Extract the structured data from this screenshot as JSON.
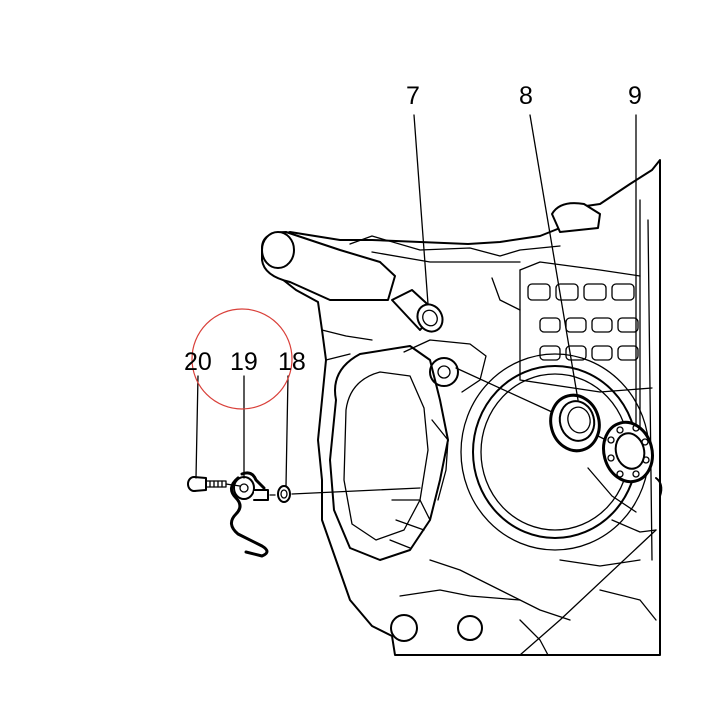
{
  "callouts": {
    "c7": "7",
    "c8": "8",
    "c9": "9",
    "c20": "20",
    "c19": "19",
    "c18": "18"
  },
  "highlight_color": "#d9403a"
}
